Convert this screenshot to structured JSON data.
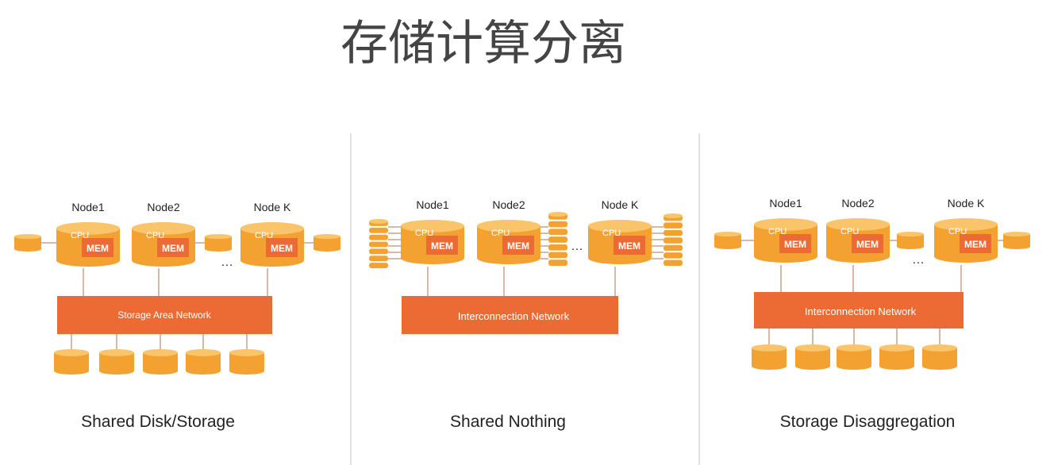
{
  "title": "存储计算分离",
  "colors": {
    "orange": "#ec6b35",
    "cylinder_side": "#f3a232",
    "cylinder_top": "#f9c46a",
    "divider": "#d9d9d9"
  },
  "panels": [
    {
      "caption": "Shared Disk/Storage",
      "network_label": "Storage Area Network",
      "nodes": [
        {
          "label": "Node1",
          "cpu": "CPU",
          "mem": "MEM"
        },
        {
          "label": "Node2",
          "cpu": "CPU",
          "mem": "MEM"
        },
        {
          "label": "Node K",
          "cpu": "CPU",
          "mem": "MEM"
        }
      ],
      "ellipsis": "…"
    },
    {
      "caption": "Shared Nothing",
      "network_label": "Interconnection Network",
      "nodes": [
        {
          "label": "Node1",
          "cpu": "CPU",
          "mem": "MEM"
        },
        {
          "label": "Node2",
          "cpu": "CPU",
          "mem": "MEM"
        },
        {
          "label": "Node K",
          "cpu": "CPU",
          "mem": "MEM"
        }
      ],
      "ellipsis": "…"
    },
    {
      "caption": "Storage Disaggregation",
      "network_label": "Interconnection Network",
      "nodes": [
        {
          "label": "Node1",
          "cpu": "CPU",
          "mem": "MEM"
        },
        {
          "label": "Node2",
          "cpu": "CPU",
          "mem": "MEM"
        },
        {
          "label": "Node K",
          "cpu": "CPU",
          "mem": "MEM"
        }
      ],
      "ellipsis": "…"
    }
  ]
}
